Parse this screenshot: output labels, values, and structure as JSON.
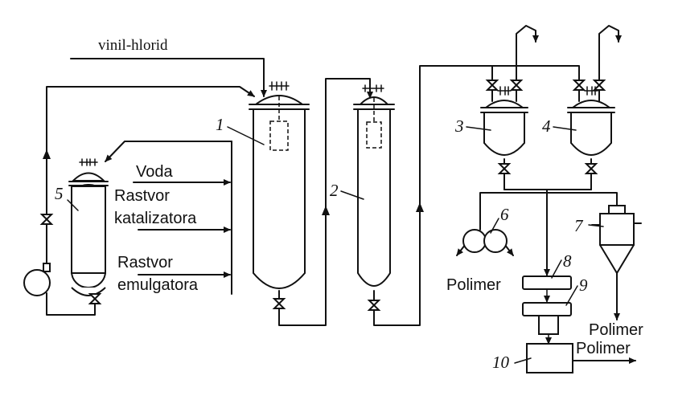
{
  "labels": {
    "vinyl_chloride": "vinil-hlorid",
    "water": "Voda",
    "catalyst_solution_1": "Rastvor",
    "catalyst_solution_2": "katalizatora",
    "emulsifier_solution_1": "Rastvor",
    "emulsifier_solution_2": "emulgatora",
    "polymer_left": "Polimer",
    "polymer_right_1": "Polimer",
    "polymer_right_2": "Polimer"
  },
  "numbers": {
    "reactor_1": "1",
    "reactor_2": "2",
    "vessel_3": "3",
    "vessel_4": "4",
    "vessel_5": "5",
    "unit_6": "6",
    "unit_7": "7",
    "unit_8": "8",
    "unit_9": "9",
    "unit_10": "10"
  }
}
